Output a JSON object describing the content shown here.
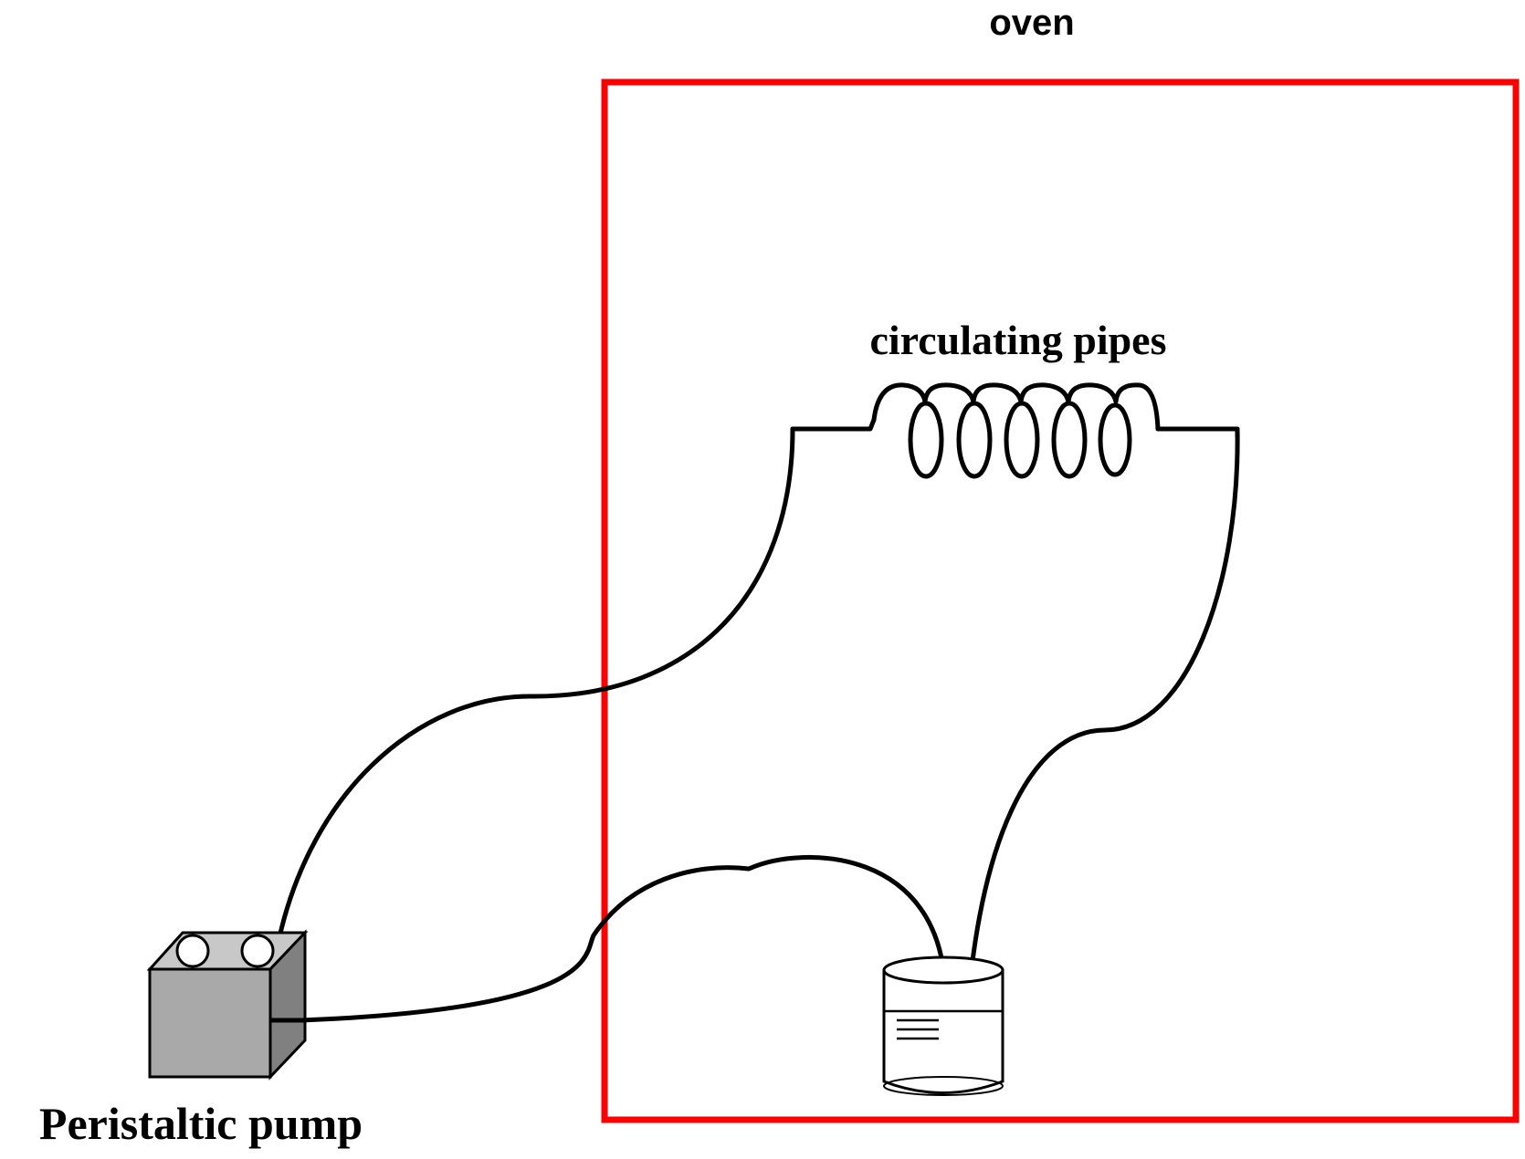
{
  "labels": {
    "oven": "oven",
    "coil": "circulating pipes",
    "pump": "Peristaltic pump"
  },
  "colors": {
    "oven_border": "#ff0000",
    "line": "#000000",
    "pump_front": "#a9a9a9",
    "pump_side": "#808080",
    "pump_top": "#c8c8c8",
    "beaker_fill": "#ffffff",
    "background": "#ffffff"
  },
  "icons": {
    "pump": "peristaltic-pump-icon",
    "beaker": "beaker-icon",
    "coil": "coil-icon"
  }
}
